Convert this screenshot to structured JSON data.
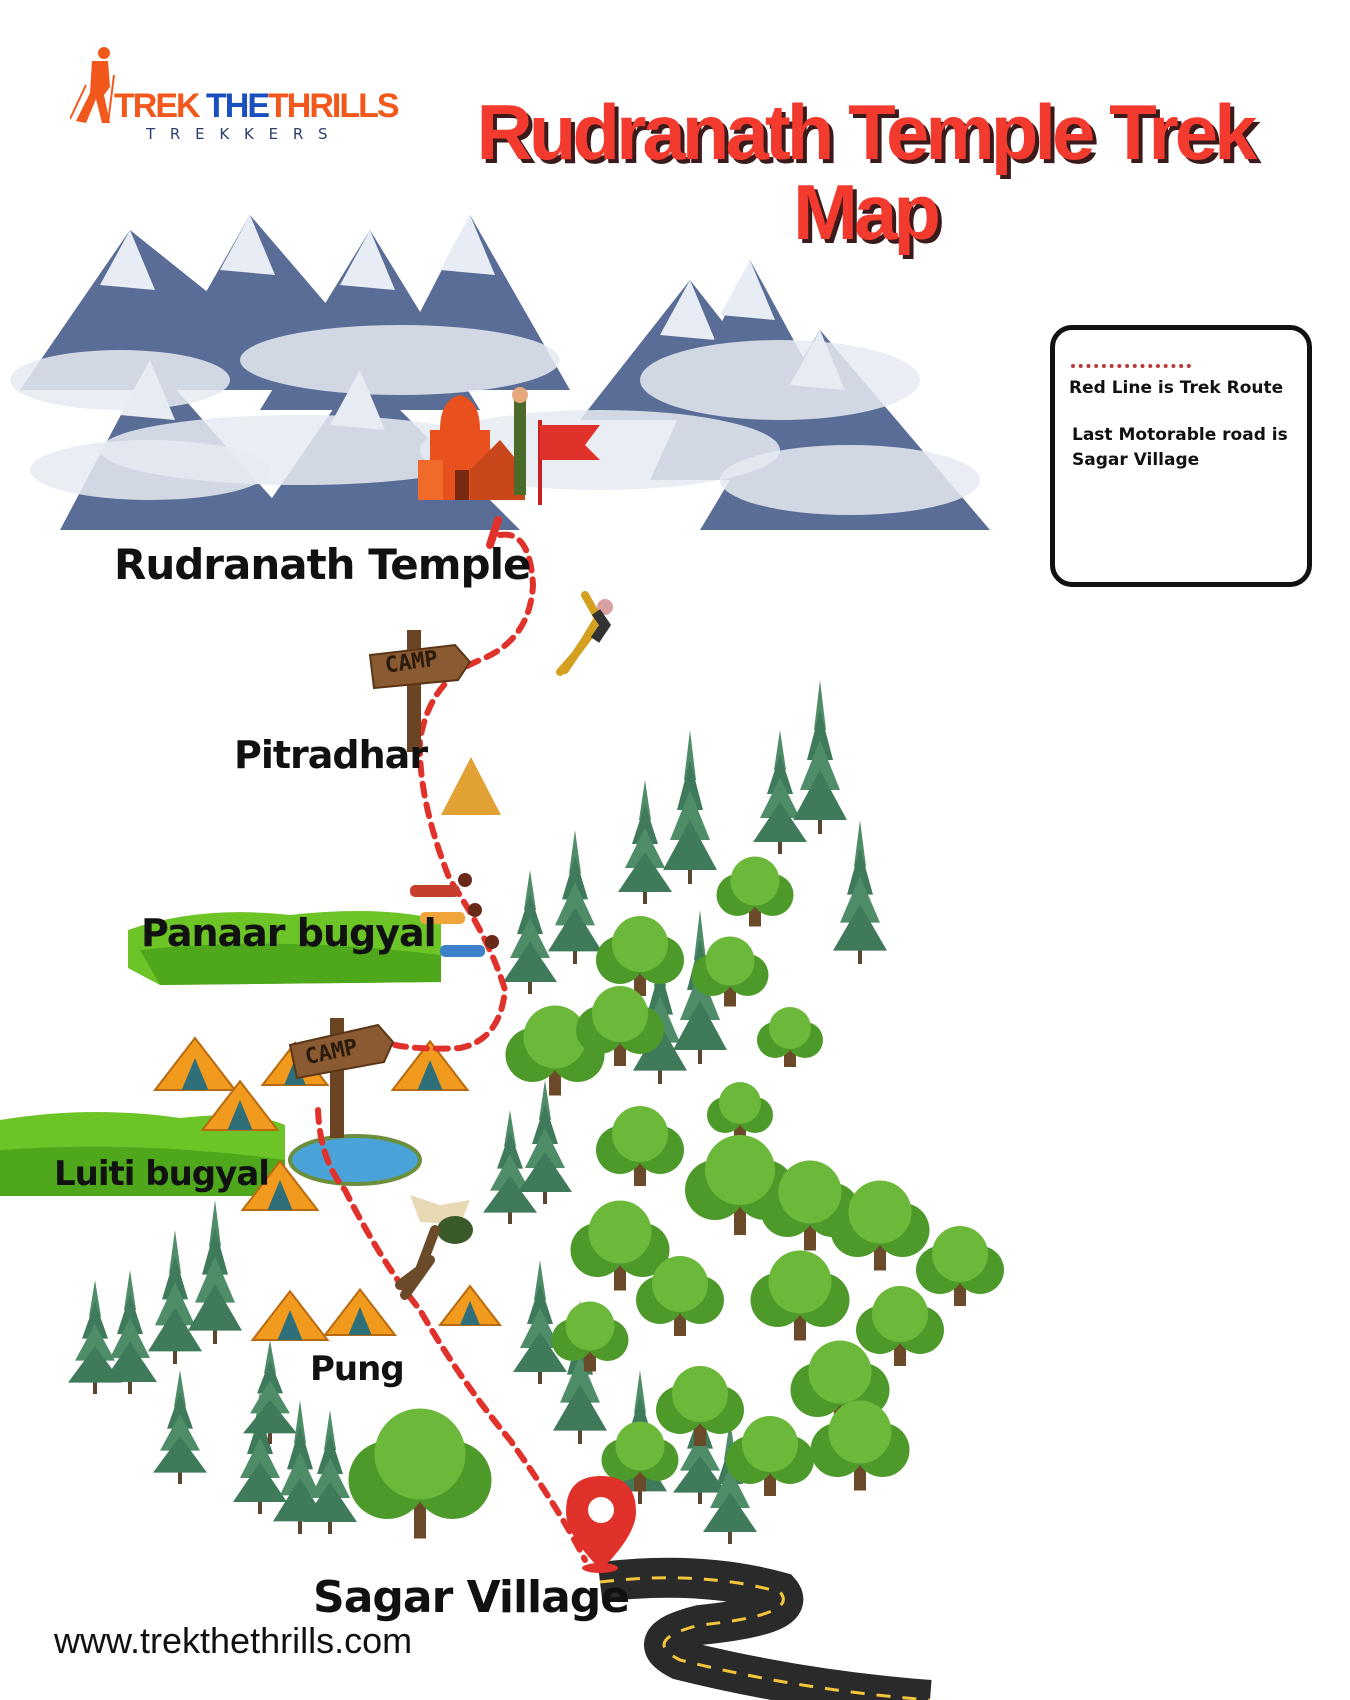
{
  "logo": {
    "word1": "TREK",
    "word2": "THE",
    "word3": "THRILLS",
    "subtitle": "T R E K K E R S"
  },
  "title": {
    "line1": "Rudranath Temple Trek",
    "line2": "Map"
  },
  "legend": {
    "route_text": "Red Line is Trek Route",
    "road_line1": "Last Motorable road is",
    "road_line2": "Sagar Village"
  },
  "places": {
    "rudranath": "Rudranath Temple",
    "pitradhar": "Pitradhar",
    "panaar": "Panaar bugyal",
    "luiti": "Luiti bugyal",
    "pung": "Pung",
    "sagar": "Sagar Village"
  },
  "signs": {
    "camp1": "CAMP",
    "camp2": "CAMP"
  },
  "footer": {
    "website": "www.trekthethrills.com"
  },
  "colors": {
    "route": "#e0312b",
    "title": "#f23a2e",
    "brand_orange": "#f2581b",
    "brand_blue": "#1a4fbf"
  }
}
